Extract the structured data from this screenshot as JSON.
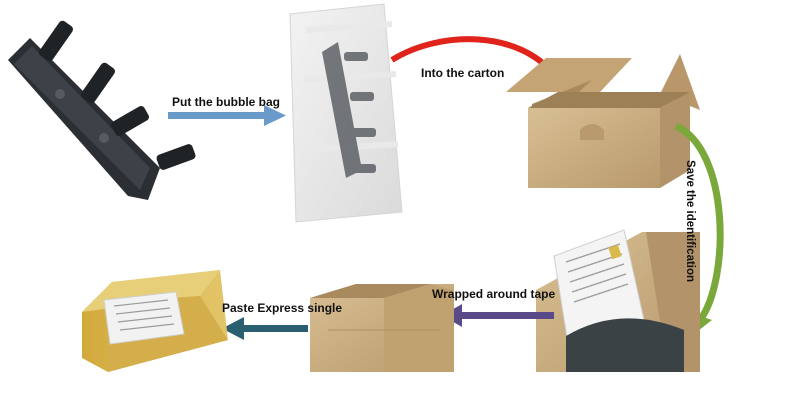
{
  "steps": {
    "bubble_bag": "Put the bubble bag",
    "into_carton": "Into the carton",
    "save_identification": "Save the identification",
    "wrapped_tape": "Wrapped around tape",
    "paste_express": "Paste Express single"
  },
  "icons": {
    "part": "ignition-coil-pack",
    "bagged": "bubble-bag-part",
    "open_box": "open-carton",
    "labelled_box": "carton-with-identification",
    "closed_box": "closed-carton",
    "taped_box": "taped-box-with-express-label"
  },
  "colors": {
    "arrow_blue": "#6a9ac9",
    "arrow_red": "#e0241b",
    "arrow_green": "#7aa83a",
    "arrow_purple": "#5a4a8a",
    "arrow_teal": "#2a5f6f",
    "cardboard": "#c9ab7c",
    "tape": "#d7b24a"
  }
}
